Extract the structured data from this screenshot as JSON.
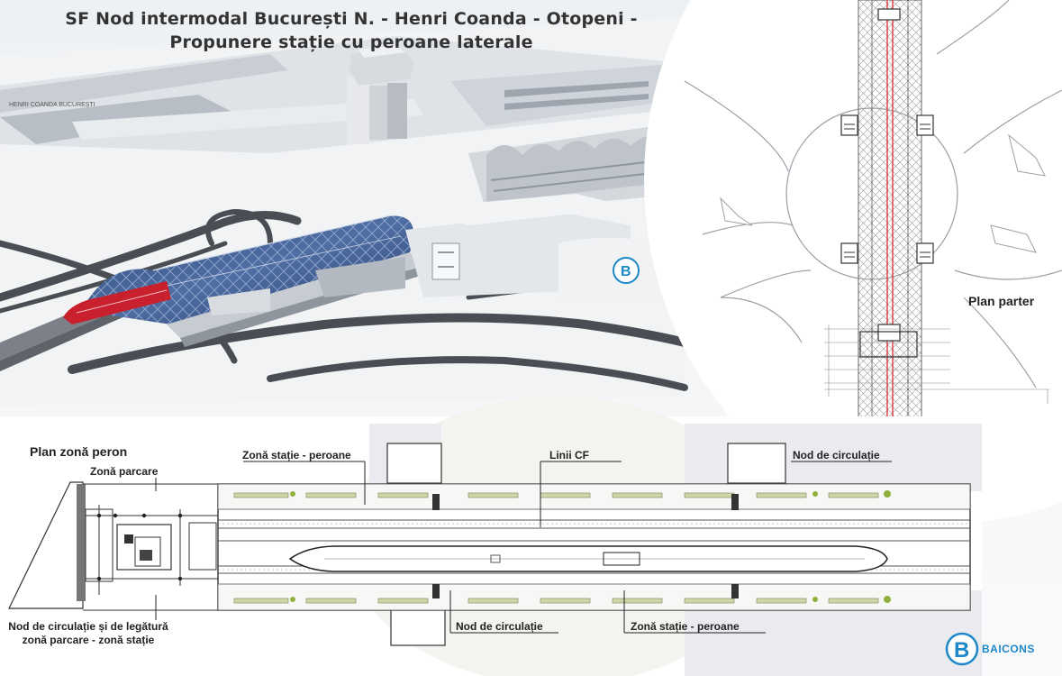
{
  "title": {
    "line1": "SF Nod intermodal București N. - Henri Coanda - Otopeni -",
    "line2": "Propunere stație cu peroane laterale"
  },
  "render": {
    "station_sign": "B",
    "terminal_sign": "HENRI COANDA BUCUREȘTI"
  },
  "plan_parter": {
    "label": "Plan parter"
  },
  "plan_peron": {
    "title": "Plan zonă peron",
    "labels": {
      "parking_zone": "Zonă parcare",
      "station_zone_top": "Zonă stație - peroane",
      "cf_lines": "Linii CF",
      "circulation_node_top": "Nod de circulație",
      "circulation_link": "Nod de circulație și de legătură zonă parcare - zonă stație",
      "circulation_node_bottom": "Nod de circulație",
      "station_zone_bottom": "Zonă stație - peroane"
    }
  },
  "brand": {
    "logo_letter": "B",
    "name": "BAICONS"
  },
  "colors": {
    "brand_blue": "#1d87c8",
    "glass_roof": "#3d5a8a",
    "train_red": "#c8202c",
    "track_red": "#d8444a",
    "road": "#4a4e54"
  }
}
